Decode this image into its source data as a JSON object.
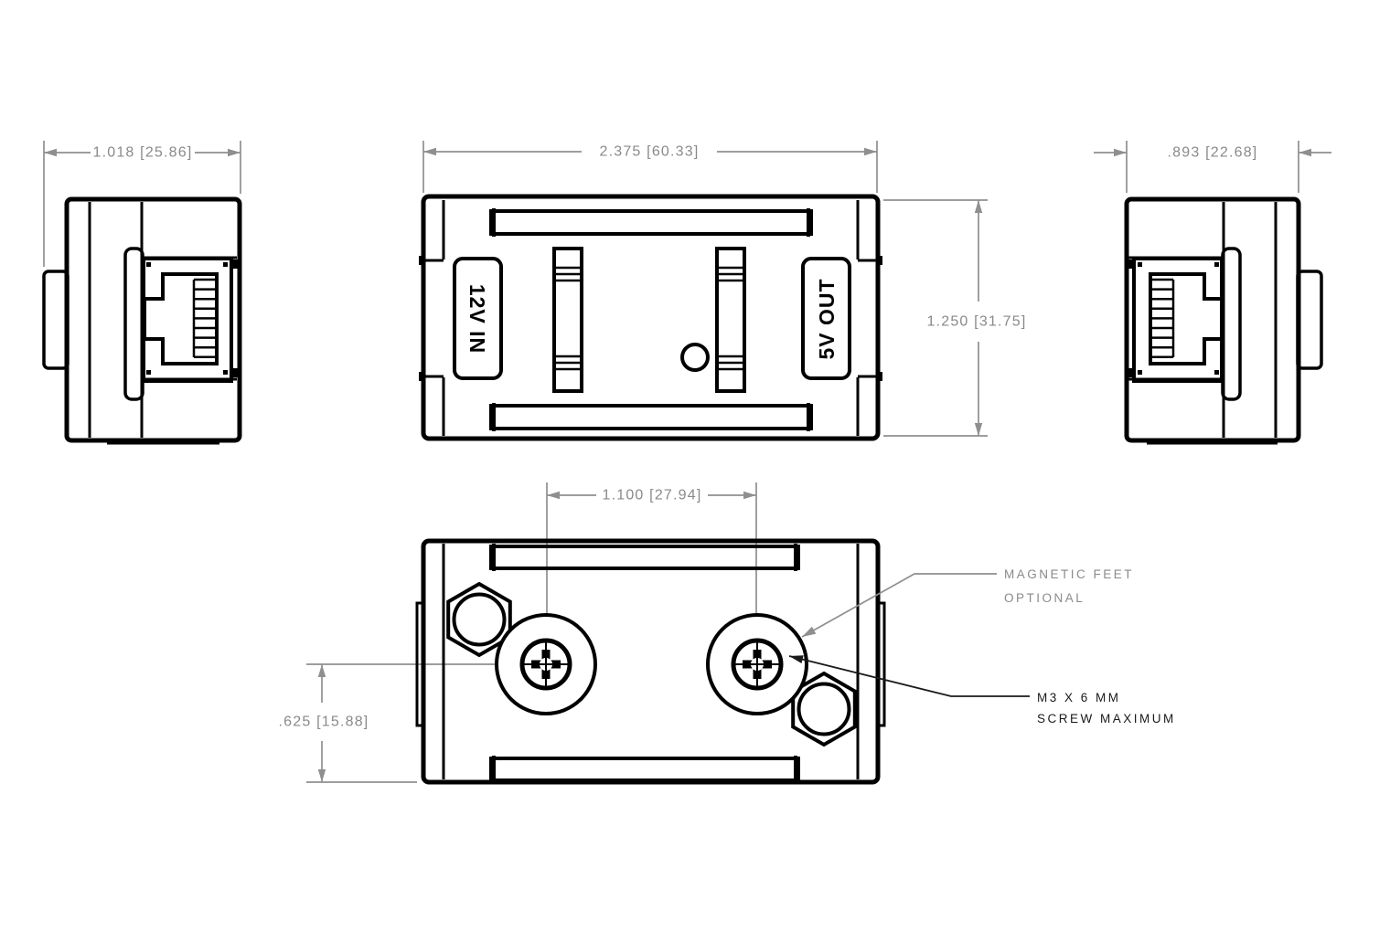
{
  "drawing": {
    "type": "engineering-dimension-drawing",
    "subject": "12V-to-5V converter module, four orthographic views",
    "colors": {
      "background": "#ffffff",
      "geometry": "#000000",
      "dimension_lines": "#8f8f8f",
      "dimension_text": "#8a8a8a",
      "annotation_dark_text": "#1a1a1a"
    },
    "labels": {
      "input_port": "12V IN",
      "output_port": "5V OUT"
    },
    "dimensions": {
      "left_view_width": "1.018 [25.86]",
      "top_view_width": "2.375 [60.33]",
      "right_view_width": ".893 [22.68]",
      "body_height": "1.250 [31.75]",
      "screw_spacing": "1.100 [27.94]",
      "screw_to_edge": ".625 [15.88]"
    },
    "annotations": {
      "magnetic_feet": {
        "line1": "MAGNETIC FEET",
        "line2": "OPTIONAL"
      },
      "screw_spec": {
        "line1": "M3 X 6 MM",
        "line2": "SCREW MAXIMUM"
      }
    }
  }
}
